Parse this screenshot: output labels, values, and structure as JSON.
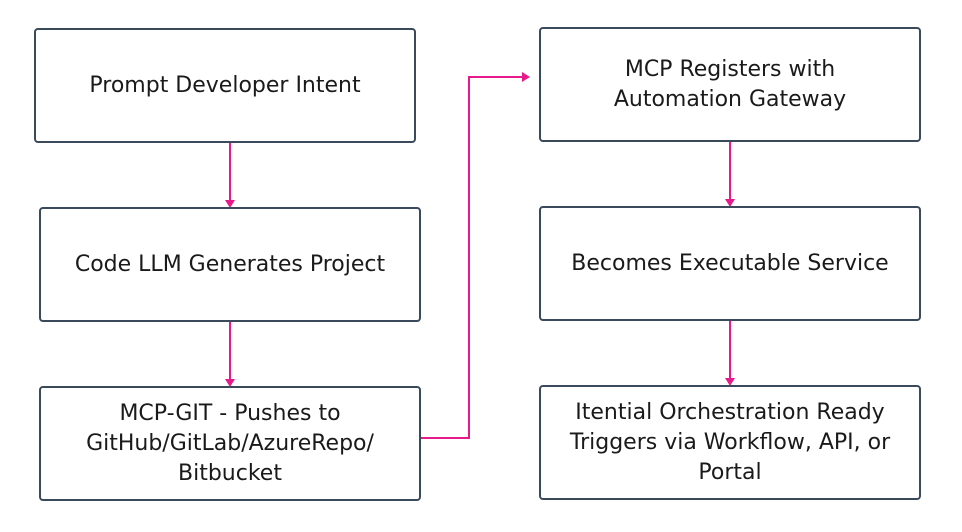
{
  "colors": {
    "box_border": "#3b4a5a",
    "arrow": "#e8198b",
    "text": "#1a1a1a"
  },
  "steps": [
    {
      "id": "prompt",
      "label": "Prompt Developer Intent"
    },
    {
      "id": "codegen",
      "label": "Code LLM Generates Project"
    },
    {
      "id": "mcpgit",
      "label": "MCP-GIT - Pushes to\nGitHub/GitLab/AzureRepo/\nBitbucket"
    },
    {
      "id": "register",
      "label": "MCP Registers with\nAutomation Gateway"
    },
    {
      "id": "executable",
      "label": "Becomes Executable Service"
    },
    {
      "id": "orchestration",
      "label": "Itential Orchestration Ready\nTriggers via Workflow, API, or\nPortal"
    }
  ],
  "connections": [
    {
      "from": "prompt",
      "to": "codegen"
    },
    {
      "from": "codegen",
      "to": "mcpgit"
    },
    {
      "from": "mcpgit",
      "to": "register"
    },
    {
      "from": "register",
      "to": "executable"
    },
    {
      "from": "executable",
      "to": "orchestration"
    }
  ]
}
